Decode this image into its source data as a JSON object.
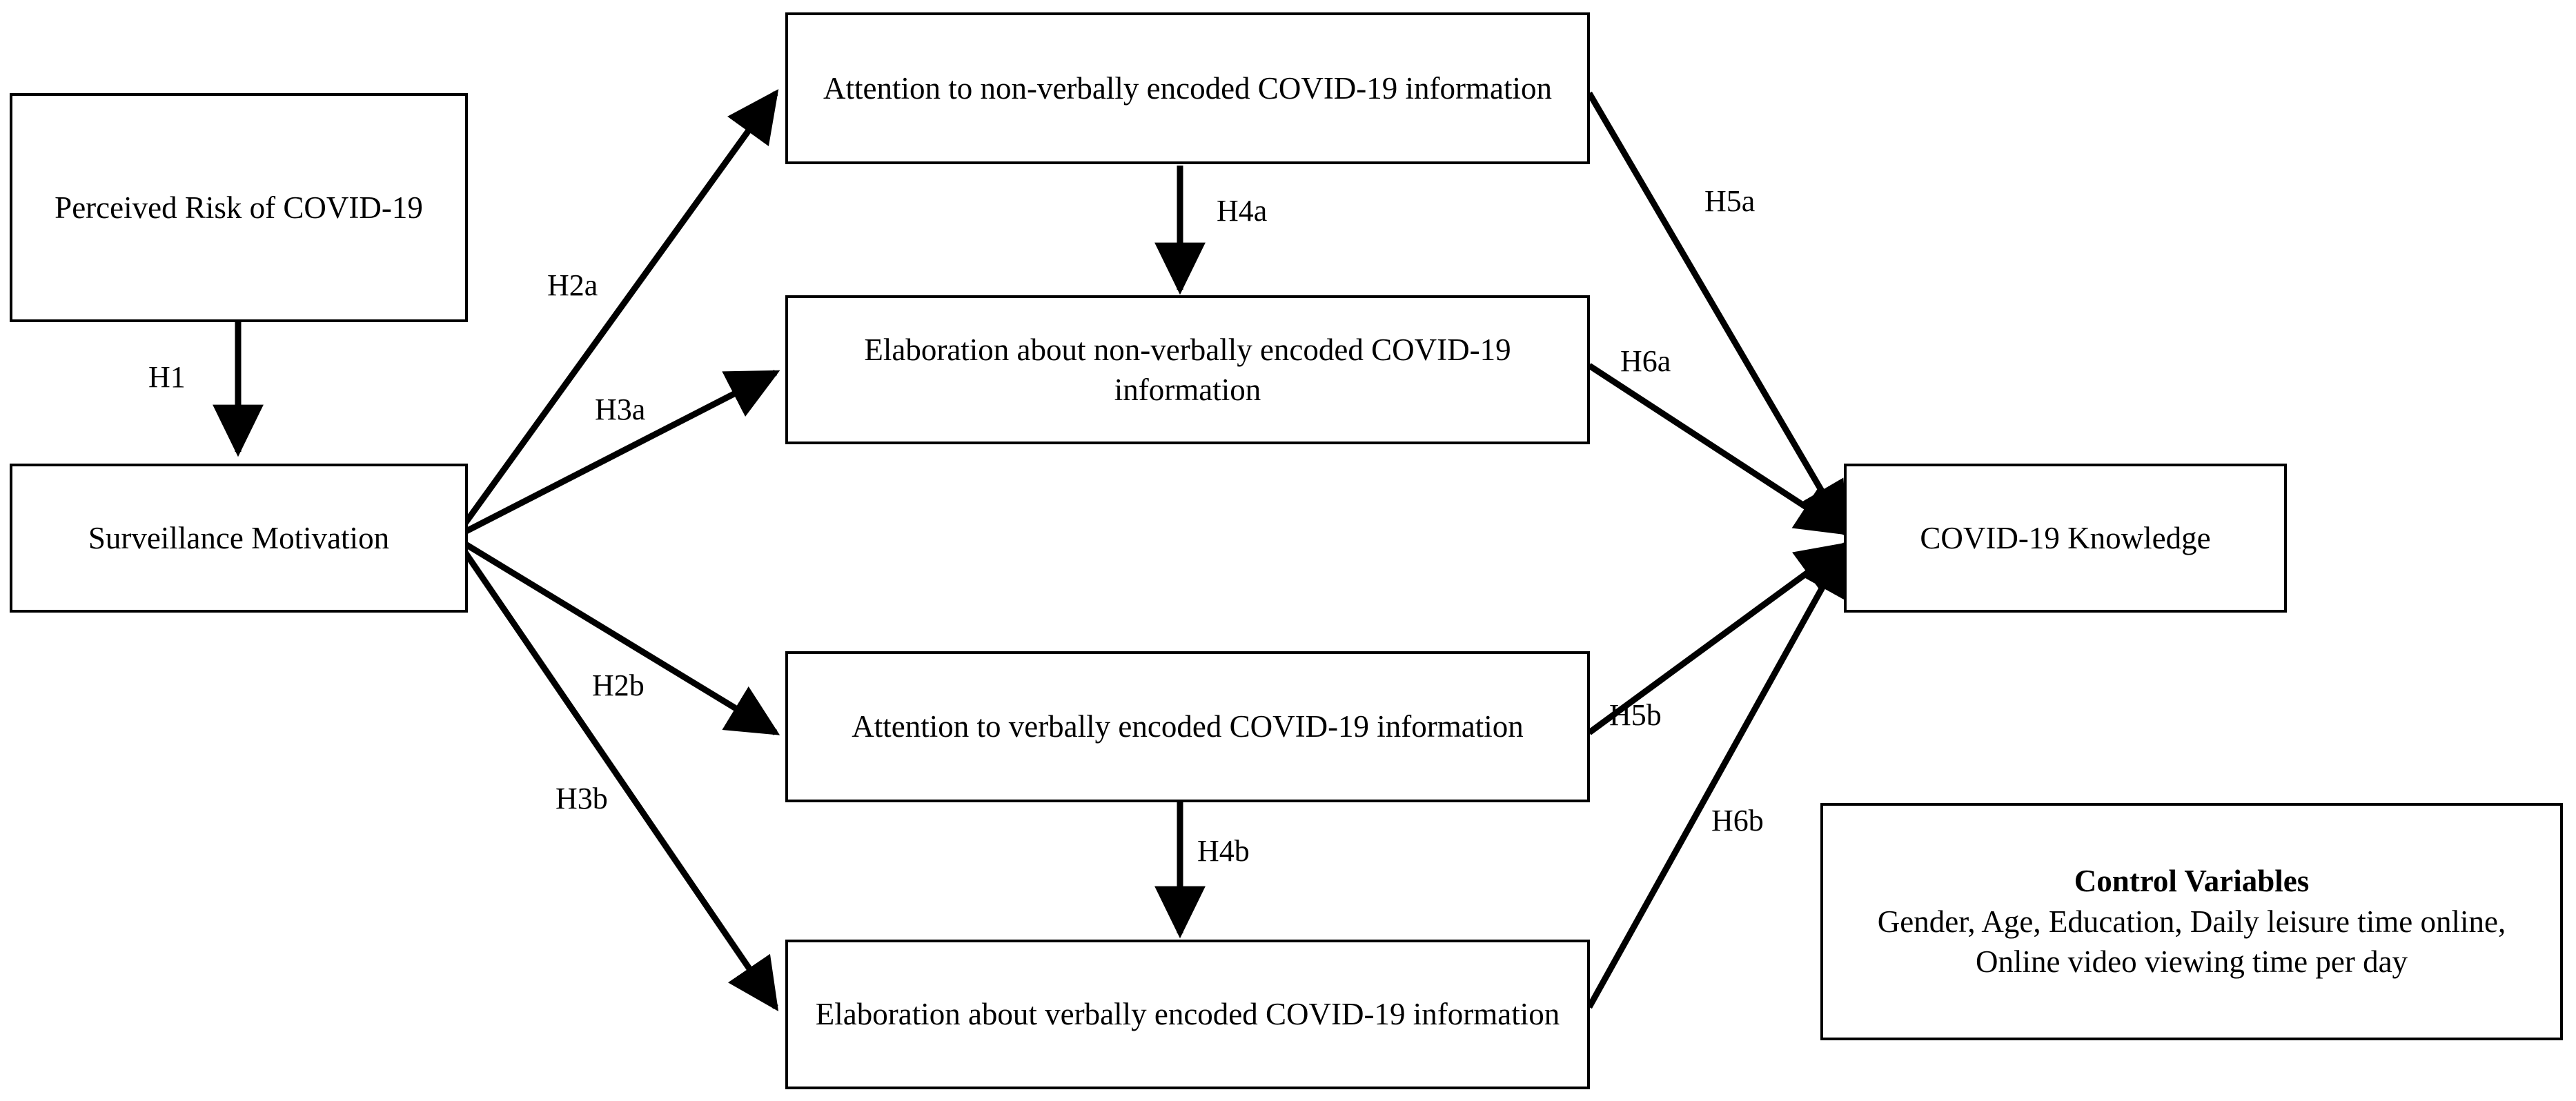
{
  "diagram": {
    "title": "Conceptual model of surveillance motivation and COVID-19 knowledge",
    "stroke_color": "#000000",
    "background_color": "#ffffff",
    "nodes": [
      {
        "id": "perceived-risk",
        "label": "Perceived Risk of COVID-19"
      },
      {
        "id": "surveillance",
        "label": "Surveillance Motivation"
      },
      {
        "id": "attention-nonverbal",
        "label": "Attention to non-verbally encoded COVID-19 information"
      },
      {
        "id": "elaboration-nonverbal",
        "label": "Elaboration about non-verbally encoded COVID-19 information"
      },
      {
        "id": "attention-verbal",
        "label": "Attention to verbally encoded COVID-19 information"
      },
      {
        "id": "elaboration-verbal",
        "label": "Elaboration about verbally encoded COVID-19 information"
      },
      {
        "id": "knowledge",
        "label": "COVID-19 Knowledge"
      }
    ],
    "control_variables": {
      "title": "Control Variables",
      "body": "Gender, Age, Education, Daily leisure time online, Online video viewing time per day"
    },
    "edges": [
      {
        "id": "h1",
        "label": "H1",
        "from": "perceived-risk",
        "to": "surveillance"
      },
      {
        "id": "h2a",
        "label": "H2a",
        "from": "surveillance",
        "to": "attention-nonverbal"
      },
      {
        "id": "h3a",
        "label": "H3a",
        "from": "surveillance",
        "to": "elaboration-nonverbal"
      },
      {
        "id": "h2b",
        "label": "H2b",
        "from": "surveillance",
        "to": "attention-verbal"
      },
      {
        "id": "h3b",
        "label": "H3b",
        "from": "surveillance",
        "to": "elaboration-verbal"
      },
      {
        "id": "h4a",
        "label": "H4a",
        "from": "attention-nonverbal",
        "to": "elaboration-nonverbal"
      },
      {
        "id": "h4b",
        "label": "H4b",
        "from": "attention-verbal",
        "to": "elaboration-verbal"
      },
      {
        "id": "h5a",
        "label": "H5a",
        "from": "attention-nonverbal",
        "to": "knowledge"
      },
      {
        "id": "h6a",
        "label": "H6a",
        "from": "elaboration-nonverbal",
        "to": "knowledge"
      },
      {
        "id": "h5b",
        "label": "H5b",
        "from": "attention-verbal",
        "to": "knowledge"
      },
      {
        "id": "h6b",
        "label": "H6b",
        "from": "elaboration-verbal",
        "to": "knowledge"
      }
    ]
  }
}
